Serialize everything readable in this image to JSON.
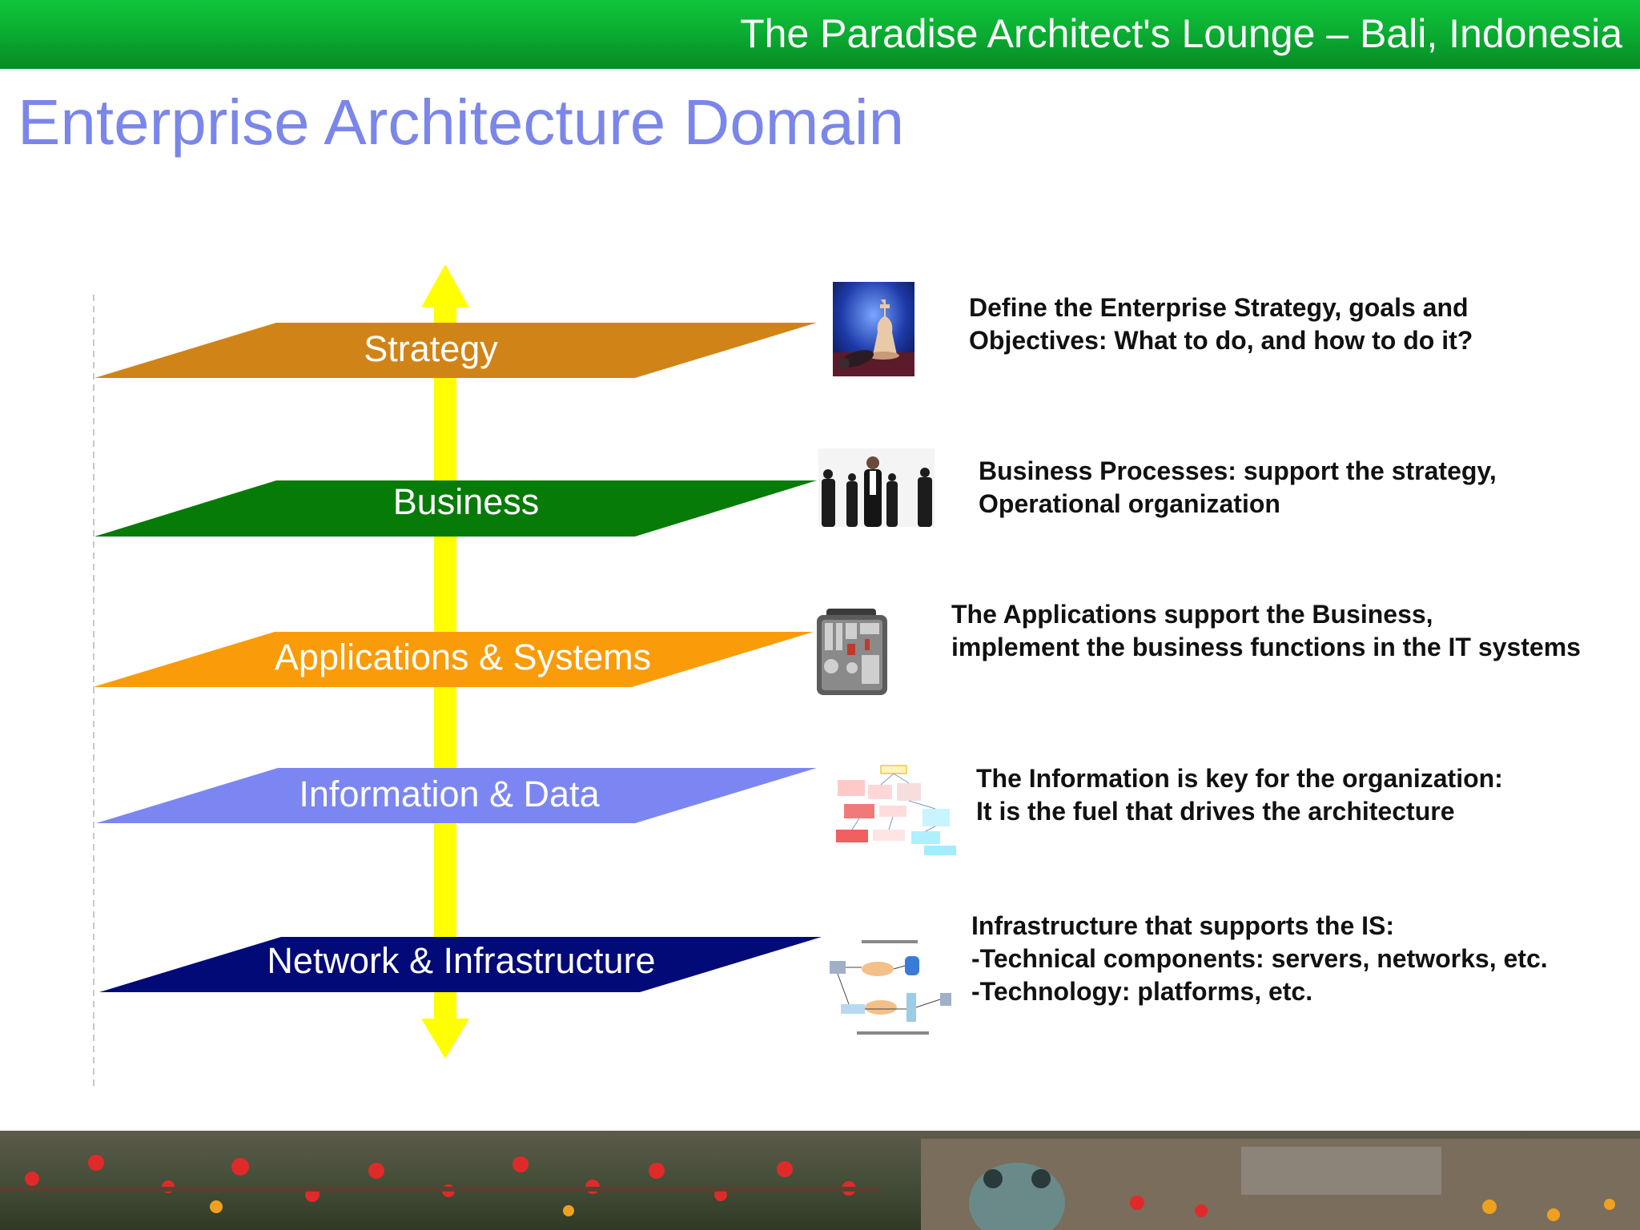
{
  "header": {
    "title": "The Paradise Architect's Lounge – Bali, Indonesia",
    "bar_color": "#0aa830"
  },
  "page_title": "Enterprise Architecture Domain",
  "page_title_color": "#7b86ea",
  "axis": {
    "arrow_color": "#ffff00",
    "direction": "bidirectional-vertical"
  },
  "layers": [
    {
      "label": "Strategy",
      "color": "#d08418",
      "image": "chess-pieces-photo",
      "description": [
        "Define the Enterprise Strategy, goals and",
        "Objectives: What to do, and how to do it?"
      ]
    },
    {
      "label": "Business",
      "color": "#077b07",
      "image": "business-people-photo",
      "description": [
        "Business Processes: support the strategy,",
        "Operational organization"
      ]
    },
    {
      "label": "Applications & Systems",
      "color": "#fa9c0a",
      "image": "toolbox-photo",
      "description": [
        "The Applications support the Business,",
        "implement the business functions in the IT systems"
      ]
    },
    {
      "label": "Information & Data",
      "color": "#7c86f2",
      "image": "data-model-diagram",
      "description": [
        "The Information is key for the organization:",
        "It is the fuel that drives the architecture"
      ]
    },
    {
      "label": "Network & Infrastructure",
      "color": "#020a78",
      "image": "web-services-process-diagram",
      "description": [
        "Infrastructure that supports the IS:",
        "-Technical components: servers, networks, etc.",
        "-Technology: platforms, etc."
      ]
    }
  ],
  "footer": {
    "image": "garden-flowers-photo"
  }
}
